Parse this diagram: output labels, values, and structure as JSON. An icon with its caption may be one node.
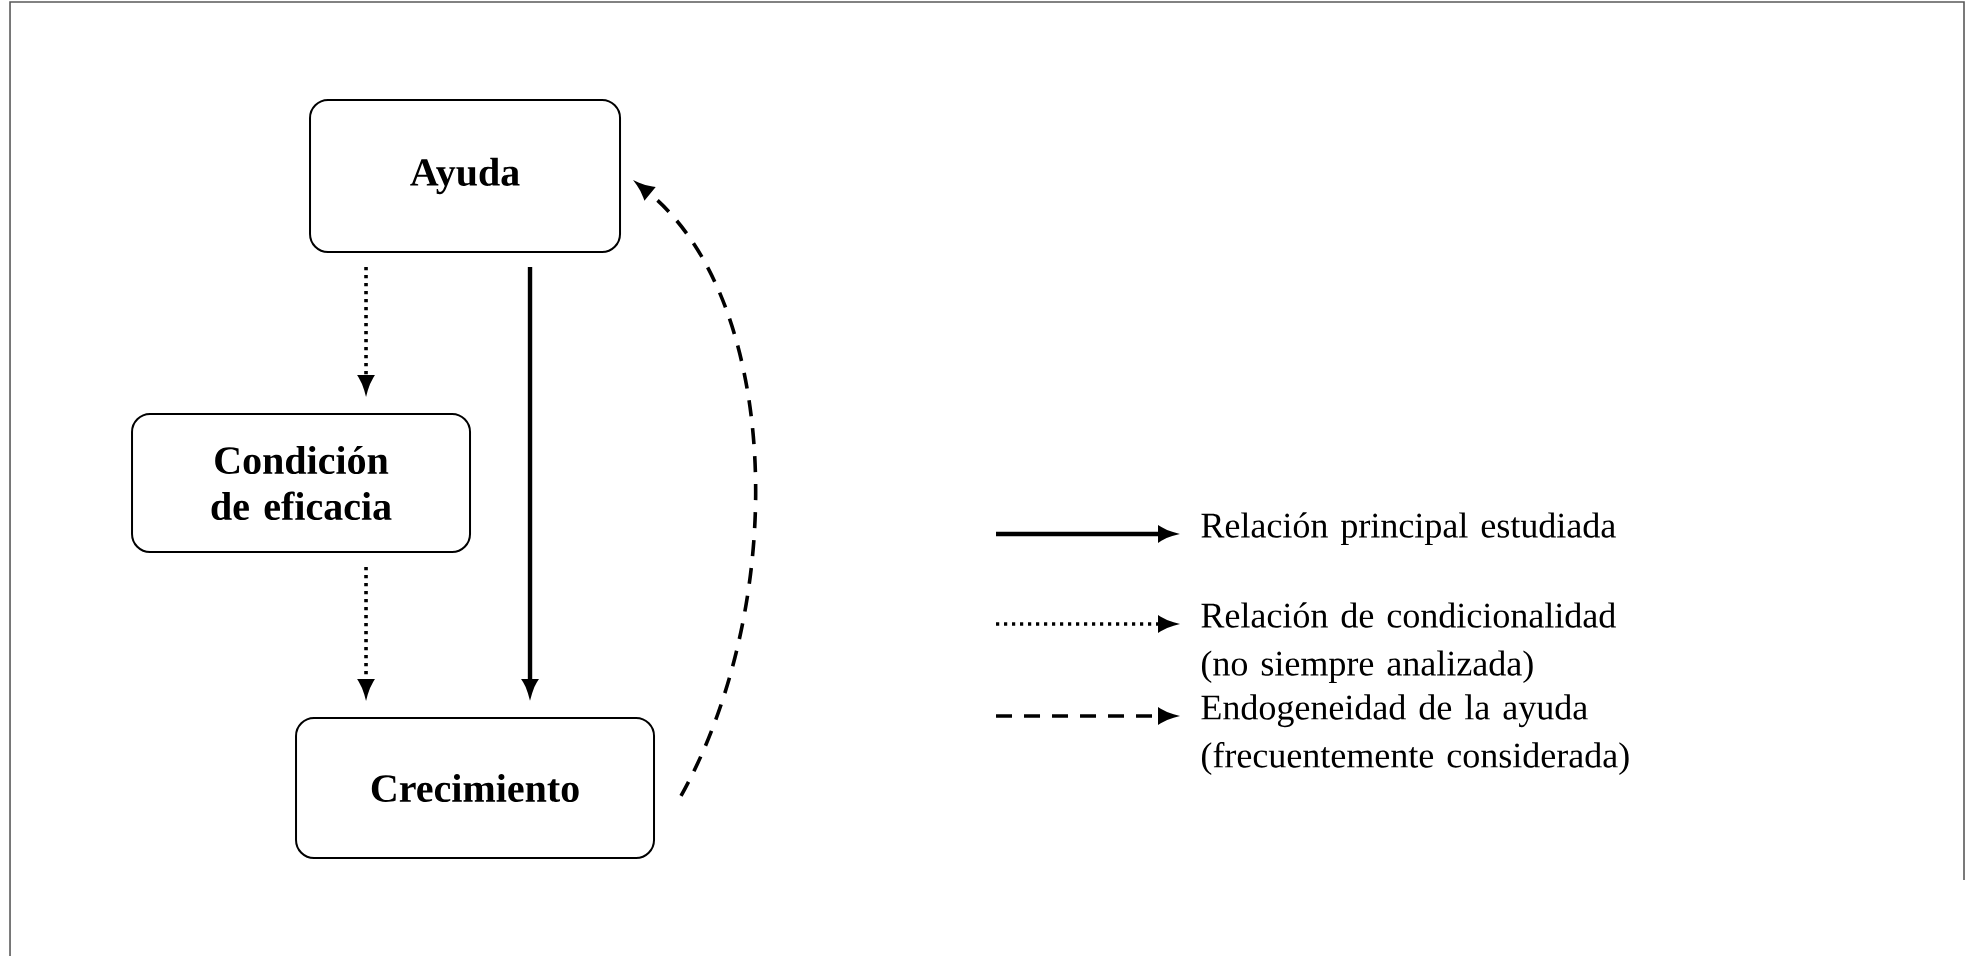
{
  "diagram": {
    "nodes": [
      {
        "text": [
          "Ayuda"
        ]
      },
      {
        "text": [
          "Condición de eficacia"
        ]
      },
      {
        "text": [
          "Crecimiento"
        ]
      }
    ],
    "edges": [
      {
        "from": 0,
        "to": 1,
        "arrow": "to",
        "style": "dashed"
      },
      {
        "from": 1,
        "to": 2,
        "arrow": "to",
        "style": "dashed"
      },
      {
        "from": 0,
        "to": 2,
        "arrow": "to"
      },
      {
        "from": 2,
        "to": 0,
        "arrow": "to",
        "style": "dashed"
      }
    ],
    "legend": [
      {
        "text": "Relación principal estudiada"
      },
      {
        "text": "Relación de condicionalidad (no siempre analizada)"
      },
      {
        "text": "Endogeneidad de la ayuda (frecuentemente considerada)"
      }
    ]
  }
}
